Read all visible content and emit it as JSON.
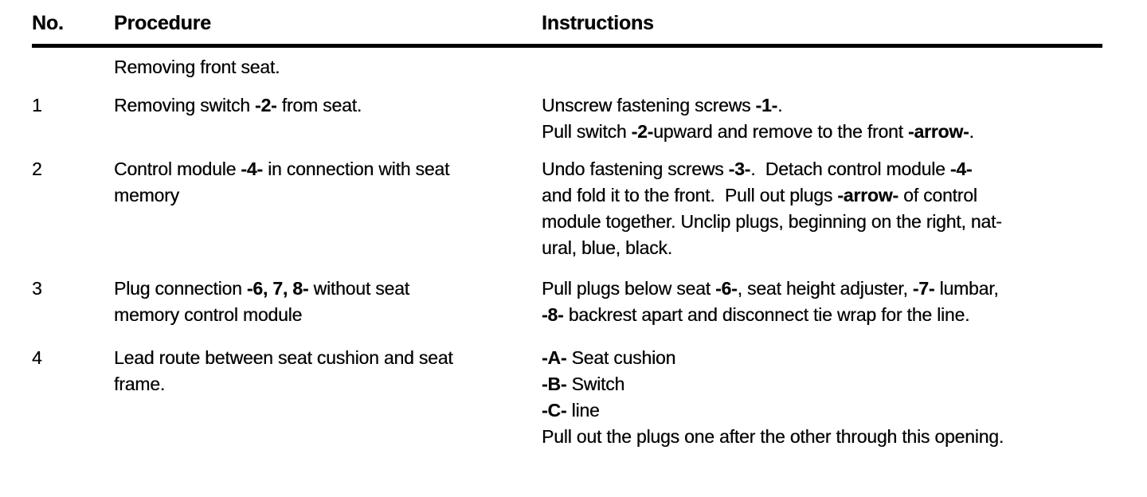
{
  "colors": {
    "background": "#ffffff",
    "text": "#070707",
    "rule": "#000000"
  },
  "table": {
    "headers": [
      {
        "label": "No."
      },
      {
        "label": "Procedure"
      },
      {
        "label": "Instructions"
      }
    ],
    "rows": [
      {
        "no": "",
        "procedure": [
          [
            {
              "t": "Removing front seat."
            }
          ]
        ],
        "instructions": []
      },
      {
        "no": "1",
        "procedure": [
          [
            {
              "t": "Removing switch "
            },
            {
              "t": "-2-",
              "b": true
            },
            {
              "t": " from seat."
            }
          ]
        ],
        "instructions": [
          [
            {
              "t": "Unscrew fastening screws "
            },
            {
              "t": "-1-",
              "b": true
            },
            {
              "t": "."
            }
          ],
          [
            {
              "t": "Pull switch "
            },
            {
              "t": "-2-",
              "b": true
            },
            {
              "t": "upward and remove to the front "
            },
            {
              "t": "-arrow-",
              "b": true
            },
            {
              "t": "."
            }
          ]
        ]
      },
      {
        "no": "2",
        "procedure": [
          [
            {
              "t": "Control module "
            },
            {
              "t": "-4-",
              "b": true
            },
            {
              "t": " in connection with seat"
            }
          ],
          [
            {
              "t": "memory"
            }
          ]
        ],
        "instructions": [
          [
            {
              "t": "Undo fastening screws "
            },
            {
              "t": "-3-",
              "b": true
            },
            {
              "t": ".  Detach control module "
            },
            {
              "t": "-4-",
              "b": true
            }
          ],
          [
            {
              "t": "and fold it to the front.  Pull out plugs "
            },
            {
              "t": "-arrow-",
              "b": true
            },
            {
              "t": " of control"
            }
          ],
          [
            {
              "t": "module together. Unclip plugs, beginning on the right, nat-"
            }
          ],
          [
            {
              "t": "ural, blue, black."
            }
          ]
        ]
      },
      {
        "no": "3",
        "procedure": [
          [
            {
              "t": "Plug connection "
            },
            {
              "t": "-6, 7, 8-",
              "b": true
            },
            {
              "t": " without seat"
            }
          ],
          [
            {
              "t": "memory control module"
            }
          ]
        ],
        "instructions": [
          [
            {
              "t": "Pull plugs below seat "
            },
            {
              "t": "-6-",
              "b": true
            },
            {
              "t": ", seat height adjuster, "
            },
            {
              "t": "-7-",
              "b": true
            },
            {
              "t": " lumbar,"
            }
          ],
          [
            {
              "t": "-8-",
              "b": true
            },
            {
              "t": " backrest apart and disconnect tie wrap for the line."
            }
          ]
        ]
      },
      {
        "no": "4",
        "procedure": [
          [
            {
              "t": "Lead route between seat cushion and seat"
            }
          ],
          [
            {
              "t": "frame."
            }
          ]
        ],
        "instructions": [
          [
            {
              "t": "-A-",
              "b": true
            },
            {
              "t": " Seat cushion"
            }
          ],
          [
            {
              "t": "-B-",
              "b": true
            },
            {
              "t": " Switch"
            }
          ],
          [
            {
              "t": "-C-",
              "b": true
            },
            {
              "t": " line"
            }
          ],
          [
            {
              "t": "Pull out the plugs one after the other through this opening."
            }
          ]
        ]
      }
    ]
  }
}
